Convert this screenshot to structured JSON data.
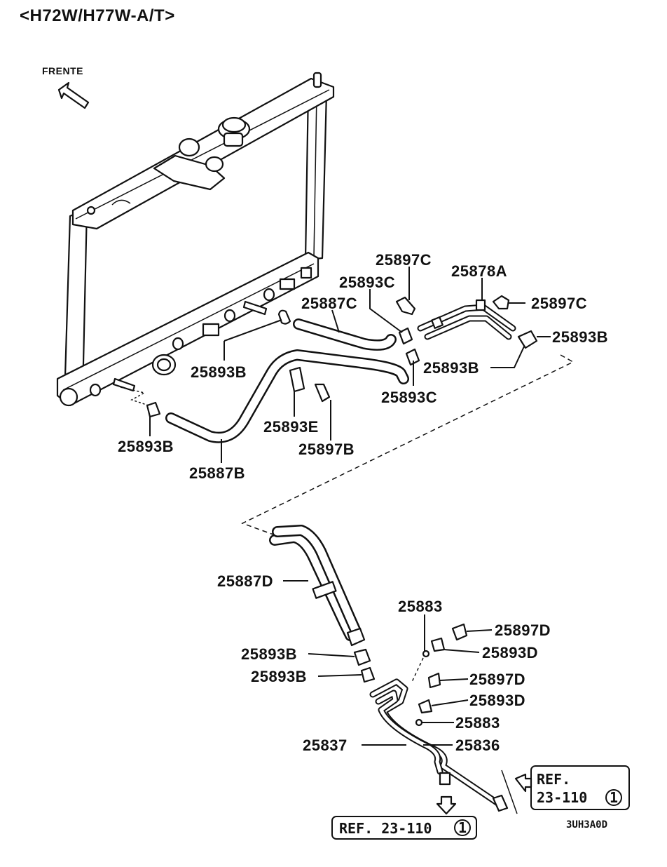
{
  "title": "<H72W/H77W-A/T>",
  "orientation": {
    "label": "FRENTE",
    "icon": "front-direction-arrow-icon"
  },
  "labels": {
    "p25897C_top": "25897C",
    "p25878A": "25878A",
    "p25893C_top": "25893C",
    "p25897C_right": "25897C",
    "p25887C": "25887C",
    "p25893B_right": "25893B",
    "p25893B_mid": "25893B",
    "p25893B_hose": "25893B",
    "p25893C_low": "25893C",
    "p25893E": "25893E",
    "p25897B": "25897B",
    "p25893B_left": "25893B",
    "p25887B": "25887B",
    "p25887D": "25887D",
    "p25883_top": "25883",
    "p25897D_top": "25897D",
    "p25893D_top": "25893D",
    "p25893B_low1": "25893B",
    "p25893B_low2": "25893B",
    "p25897D_mid": "25897D",
    "p25893D_mid": "25893D",
    "p25883_low": "25883",
    "p25837": "25837",
    "p25836": "25836"
  },
  "refs": {
    "right": {
      "line1": "REF.",
      "line2": "23-110",
      "circled": "1"
    },
    "bottom": {
      "text": "REF. 23-110",
      "circled": "1"
    }
  },
  "drawing_code": "3UH3A0D",
  "colors": {
    "ink": "#111111",
    "paper": "#ffffff"
  }
}
